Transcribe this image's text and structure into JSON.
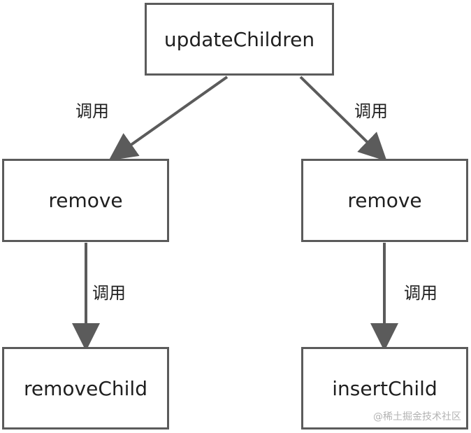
{
  "diagram": {
    "nodes": {
      "root": "updateChildren",
      "left_mid": "remove",
      "right_mid": "remove",
      "left_bottom": "removeChild",
      "right_bottom": "insertChild"
    },
    "edges": [
      {
        "from": "root",
        "to": "left_mid",
        "label": "调用"
      },
      {
        "from": "root",
        "to": "right_mid",
        "label": "调用"
      },
      {
        "from": "left_mid",
        "to": "left_bottom",
        "label": "调用"
      },
      {
        "from": "right_mid",
        "to": "right_bottom",
        "label": "调用"
      }
    ],
    "watermark": "@稀土掘金技术社区",
    "colors": {
      "stroke": "#5b5b5b",
      "text": "#1f1f1f",
      "watermark": "#b3b3b3"
    }
  }
}
